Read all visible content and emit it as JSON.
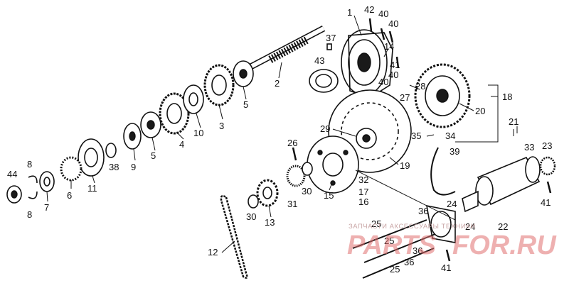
{
  "callouts": [
    "1",
    "2",
    "3",
    "4",
    "5",
    "5",
    "6",
    "7",
    "8",
    "8",
    "9",
    "10",
    "11",
    "12",
    "13",
    "14",
    "15",
    "16",
    "17",
    "18",
    "19",
    "20",
    "21",
    "22",
    "23",
    "24",
    "24",
    "25",
    "25",
    "25",
    "26",
    "27",
    "28",
    "29",
    "30",
    "30",
    "31",
    "32",
    "33",
    "34",
    "35",
    "36",
    "36",
    "36",
    "37",
    "38",
    "39",
    "40",
    "40",
    "40",
    "40",
    "41",
    "41",
    "41",
    "42",
    "43",
    "44"
  ],
  "watermark": {
    "top_text": "ЗАПЧАСТИ  АКСЕССУАРЫ  ТЕХНИКИ",
    "big_text_left": "PARTS",
    "big_text_right": "FOR.RU"
  }
}
